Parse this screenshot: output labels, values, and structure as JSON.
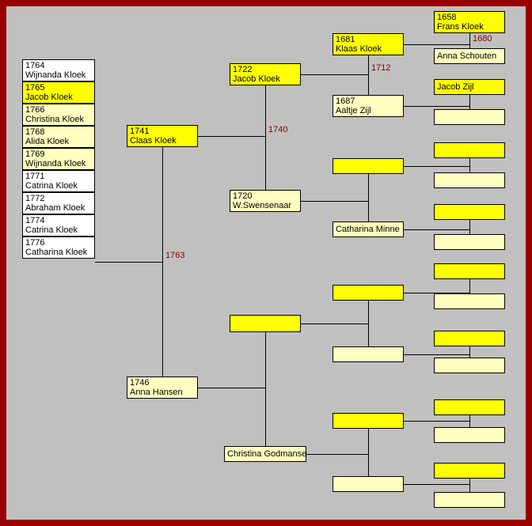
{
  "colors": {
    "canvas_background": "#C0C0C0",
    "frame": "#990000",
    "father_fill": "#FFFF00",
    "mother_fill": "#FFFFC0",
    "neutral_fill": "#FFFFFF",
    "marriage_year_color": "#800000",
    "line_color": "#000000"
  },
  "children": [
    {
      "year": "1764",
      "name": "Wijnanda Kloek"
    },
    {
      "year": "1765",
      "name": "Jacob Kloek"
    },
    {
      "year": "1766",
      "name": "Christina Kloek"
    },
    {
      "year": "1768",
      "name": "Alida Kloek"
    },
    {
      "year": "1769",
      "name": "Wijnanda Kloek"
    },
    {
      "year": "1771",
      "name": "Catrina Kloek"
    },
    {
      "year": "1772",
      "name": "Abraham Kloek"
    },
    {
      "year": "1774",
      "name": "Catrina Kloek"
    },
    {
      "year": "1776",
      "name": "Catharina Kloek"
    }
  ],
  "ancestors": {
    "f": {
      "year": "1741",
      "name": "Claas Kloek"
    },
    "m": {
      "year": "1746",
      "name": "Anna Hansen"
    },
    "ff": {
      "year": "1722",
      "name": "Jacob Kloek"
    },
    "fm": {
      "year": "1720",
      "name": "W.Swensenaar"
    },
    "mm": {
      "name": "Christina Godmanse"
    },
    "fff": {
      "year": "1681",
      "name": "Klaas Kloek"
    },
    "ffm": {
      "year": "1687",
      "name": "Aaltje Zijl"
    },
    "fmm": {
      "name": "Catharina Minne"
    },
    "ffff": {
      "year": "1658",
      "name": "Frans Kloek"
    },
    "fffm": {
      "name": "Anna Schouten"
    },
    "ffmf": {
      "name": "Jacob Zijl"
    }
  },
  "marriages": {
    "f_m": "1763",
    "ff_fm": "1740",
    "fff_ffm": "1712",
    "ffff_fffm": "1680"
  }
}
